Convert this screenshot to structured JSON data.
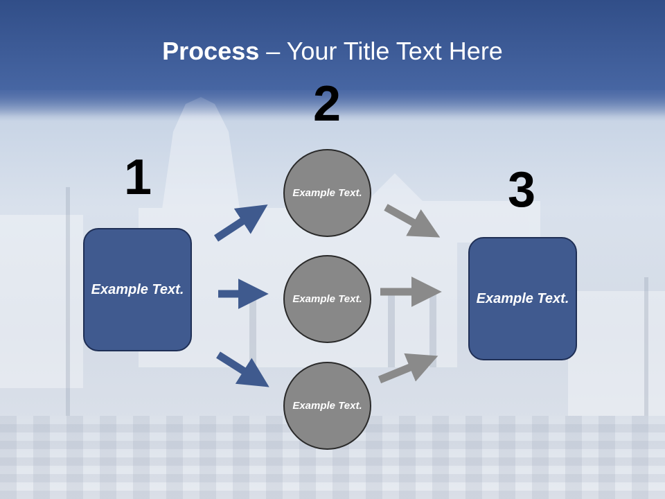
{
  "title": {
    "bold": "Process",
    "rest": " – Your Title Text Here"
  },
  "steps": {
    "one": "1",
    "two": "2",
    "three": "3"
  },
  "boxes": {
    "left": "Example Text.",
    "right": "Example Text."
  },
  "circles": {
    "top": "Example Text.",
    "middle": "Example Text.",
    "bottom": "Example Text."
  },
  "colors": {
    "box": "#405a8f",
    "circle": "#888888",
    "arrow_blue": "#3f5a8e",
    "arrow_gray": "#8a8a8a",
    "title_band": "#35538c"
  },
  "icons": {
    "arrow": "right-arrow-icon"
  }
}
